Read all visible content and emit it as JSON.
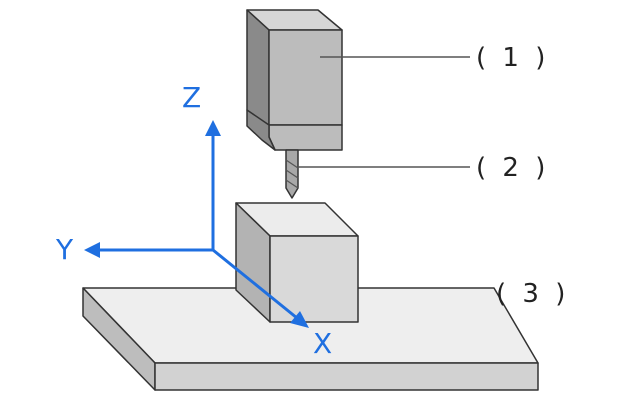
{
  "labels": {
    "part1": "( 1 )",
    "part2": "( 2 )",
    "part3": "( 3 )"
  },
  "axes": {
    "x": "X",
    "y": "Y",
    "z": "Z",
    "color": "#1f6fe0"
  },
  "colors": {
    "spindle_front": "#bcbcbc",
    "spindle_side": "#8a8a8a",
    "spindle_top": "#d6d6d6",
    "tool": "#a8a8a8",
    "workpiece_front": "#d9d9d9",
    "workpiece_side": "#b3b3b3",
    "workpiece_top": "#ececec",
    "table_top": "#eeeeee",
    "table_front": "#d2d2d2",
    "table_side": "#bdbdbd"
  }
}
